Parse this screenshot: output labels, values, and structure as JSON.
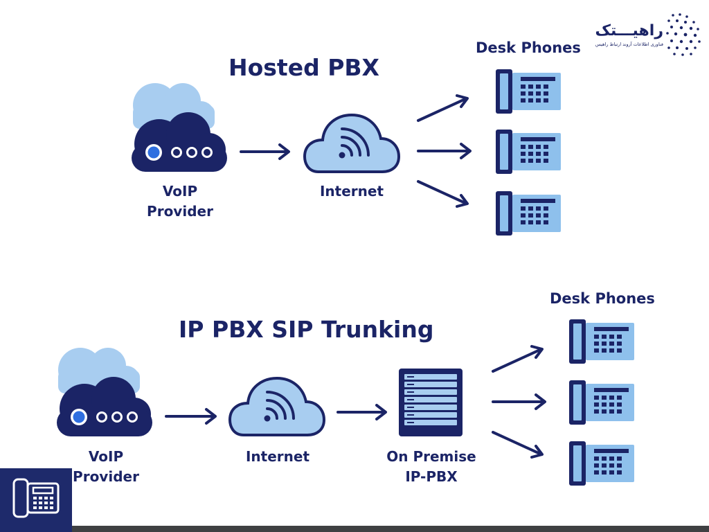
{
  "logo": {
    "name": "راهیـــتک",
    "tagline": "فناوری اطلاعات آروند ارتباط راهیس"
  },
  "hosted": {
    "title": "Hosted PBX",
    "provider_label_1": "VoIP",
    "provider_label_2": "Provider",
    "internet_label": "Internet",
    "desk_phones_label": "Desk Phones"
  },
  "trunking": {
    "title": "IP PBX SIP Trunking",
    "provider_label_1": "VoIP",
    "provider_label_2": "Provider",
    "internet_label": "Internet",
    "pbx_label_1": "On Premise",
    "pbx_label_2": "IP-PBX",
    "desk_phones_label": "Desk Phones"
  },
  "colors": {
    "navy": "#1b2466",
    "light_blue": "#a8cdf0",
    "sky": "#8ec0ec",
    "accent_blue": "#2f6fe0",
    "footer": "#3f4042"
  },
  "icons": [
    "cloud-server-icon",
    "internet-cloud-icon",
    "desk-phone-icon",
    "server-rack-icon",
    "logo-dots-icon",
    "phone-corner-icon"
  ]
}
